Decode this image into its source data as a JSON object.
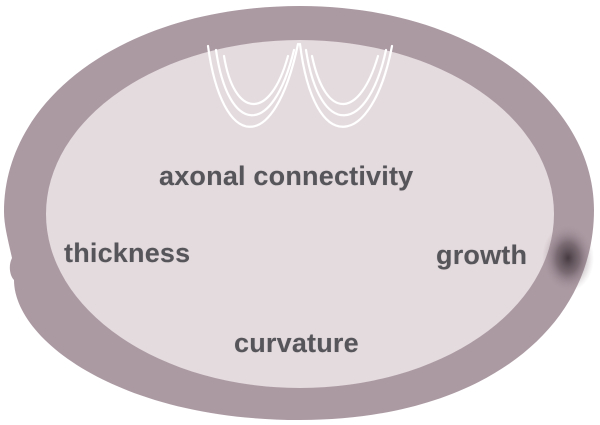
{
  "diagram": {
    "labels": {
      "axonal_connectivity": "axonal connectivity",
      "thickness": "thickness",
      "growth": "growth",
      "curvature": "curvature"
    },
    "colors": {
      "outer_ring": "#ac9aa3",
      "inner_region": "#e4dbde",
      "label_text": "#55555a",
      "fiber_lines": "#ffffff",
      "growth_shadow": "#3a3035"
    },
    "icons": {
      "fibers": "axonal-fibers-icon"
    }
  }
}
